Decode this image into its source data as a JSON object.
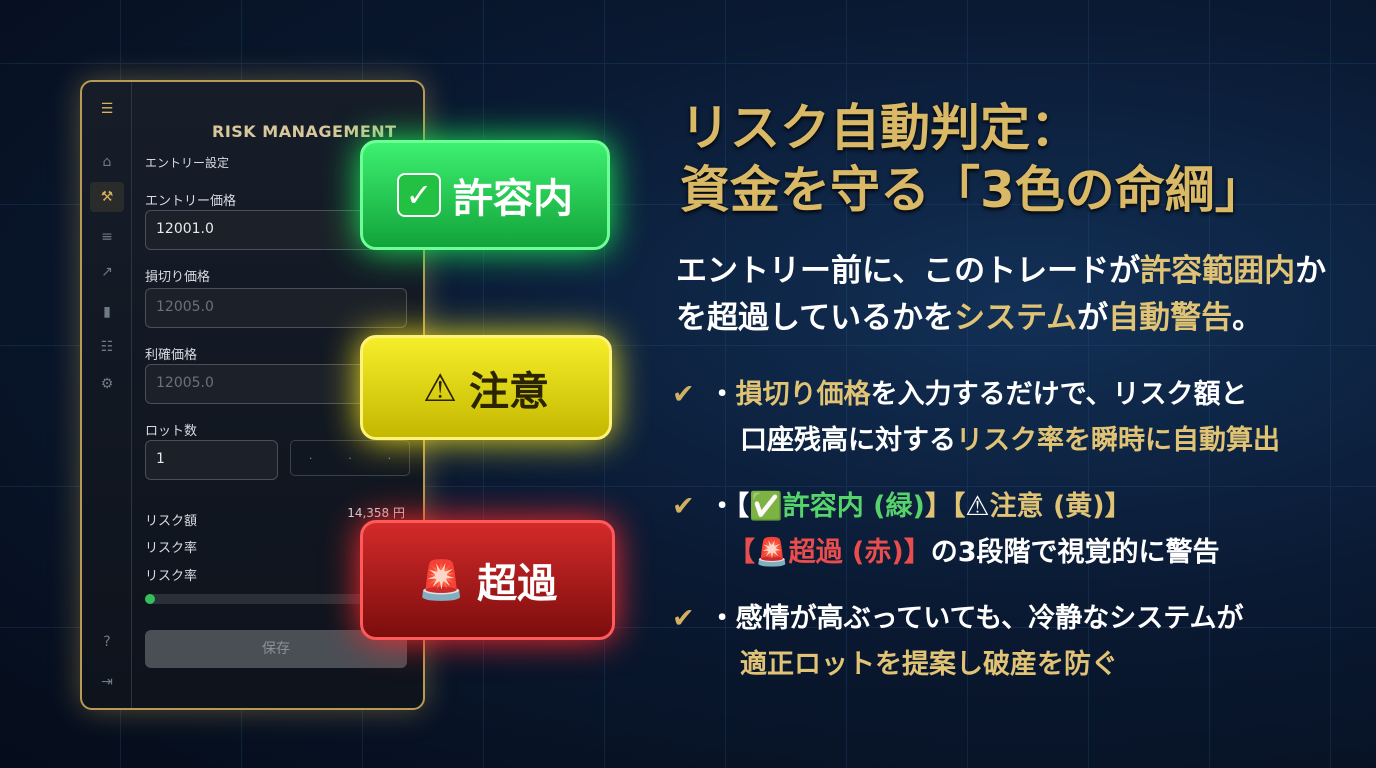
{
  "panel": {
    "title": "RISK MANAGEMENT",
    "section": "エントリー設定",
    "fields": [
      {
        "label": "エントリー価格",
        "value": "12001.0"
      },
      {
        "label": "損切り価格",
        "value": "12005.0"
      },
      {
        "label": "利確価格",
        "value": "12005.0"
      },
      {
        "label": "ロット数",
        "value": "1"
      }
    ],
    "risk_amount_label": "リスク額",
    "risk_amount": "14,358 円",
    "risk_rate_label": "リスク率",
    "risk_rate_label2": "リスク率",
    "risk_progress_percent": 2,
    "save": "保存",
    "sidebar_icons": [
      "logo-icon",
      "home-icon",
      "tools-icon",
      "sliders-icon",
      "chart-icon",
      "bars-icon",
      "list-icon",
      "gear-icon",
      "help-icon",
      "logout-icon"
    ]
  },
  "badges": {
    "ok": "許容内",
    "warn": "注意",
    "over": "超過"
  },
  "title": {
    "line1": "リスク自動判定：",
    "line2": "資金を守る「3色の命綱」"
  },
  "subtitle": {
    "a": "エントリー前に、このトレードが",
    "b": "許容範囲内",
    "c": "か",
    "d": "を超過しているかを",
    "e": "システム",
    "f": "が",
    "g": "自動警告",
    "h": "。"
  },
  "bullets": [
    {
      "a": "・",
      "b": "損切り価格",
      "c": "を入力するだけで、リスク額と",
      "d": "口座残高に対する",
      "e": "リスク率を瞬時に自動算出"
    },
    {
      "a": "・【",
      "ok": "許容内 (緑)",
      "b": "】【",
      "warn": "注意 (黄)",
      "c": "】",
      "d": "【",
      "over": "超過 (赤)",
      "e": "】",
      "f": "の3段階で視覚的に警告"
    },
    {
      "a": "・感情が高ぶっていても、冷静なシステムが",
      "b": "適正ロットを提案し破産を防ぐ"
    }
  ],
  "colors": {
    "gold": "#d9b866",
    "green": "#22c143",
    "yellow": "#f0e020",
    "red": "#d42a2a"
  }
}
